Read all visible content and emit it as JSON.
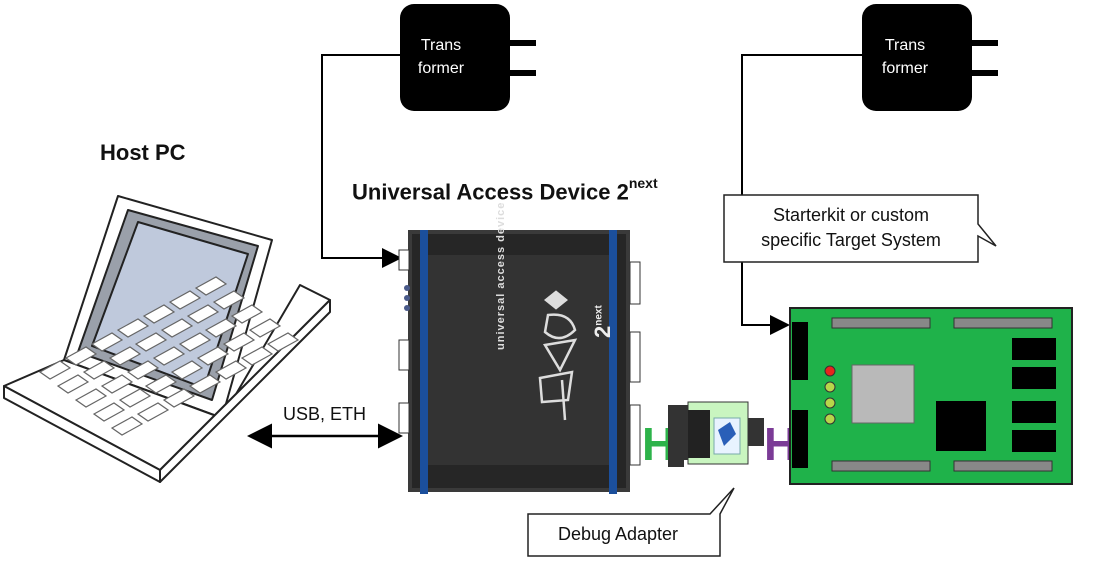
{
  "transformer_left": {
    "line1": "Trans",
    "line2": "former"
  },
  "transformer_right": {
    "line1": "Trans",
    "line2": "former"
  },
  "host": {
    "title": "Host PC"
  },
  "device": {
    "title": "Universal Access Device 2",
    "superscript": "next",
    "casing_text": "universal access device",
    "casing_number": "2",
    "casing_super": "next"
  },
  "connection": {
    "label": "USB, ETH"
  },
  "target": {
    "callout_line1": "Starterkit or custom",
    "callout_line2": "specific Target System"
  },
  "adapter": {
    "callout": "Debug Adapter"
  },
  "connectors": {
    "left_glyph": "H",
    "right_glyph": "H"
  },
  "colors": {
    "board_green": "#1fb24a",
    "left_connector": "#2db34a",
    "right_connector": "#7b3b96",
    "device_blue": "#1b4f9c",
    "device_body": "#2b2b2b",
    "adapter_green": "#c9f5c0"
  }
}
